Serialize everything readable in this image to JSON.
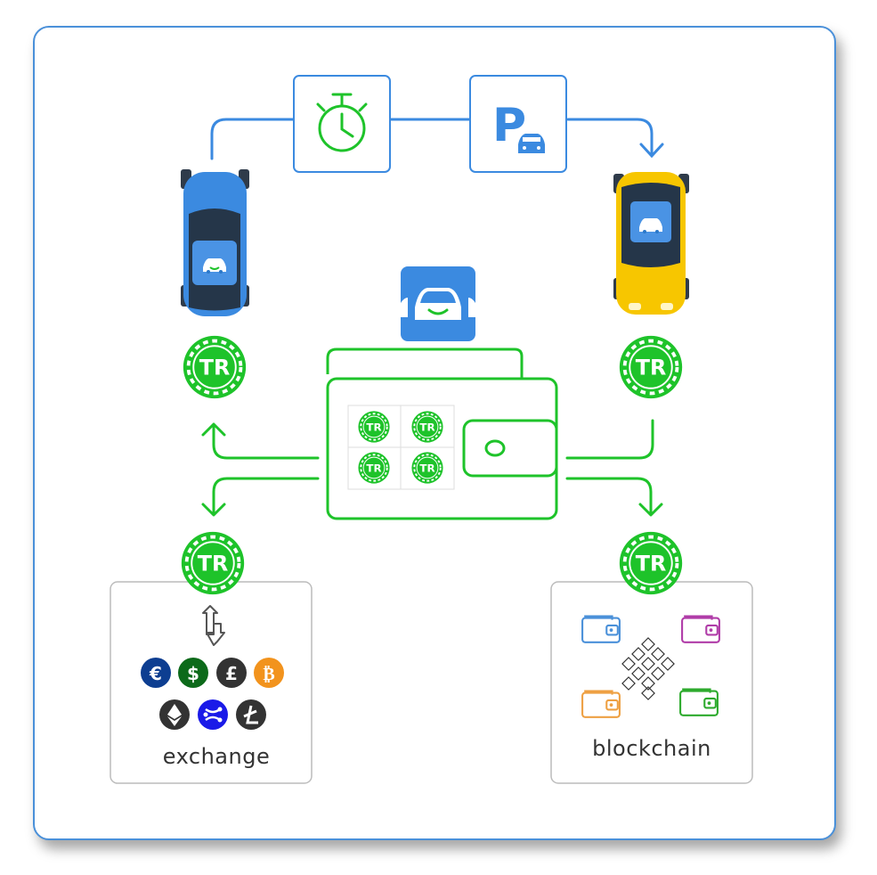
{
  "exchange": {
    "label": "exchange"
  },
  "blockchain": {
    "label": "blockchain"
  },
  "token": {
    "mark": "TR"
  },
  "currencies": [
    "€",
    "$",
    "£",
    "₿"
  ],
  "icons": {
    "timer": "stopwatch-icon",
    "parking": "parking-icon",
    "app": "car-app-icon",
    "wallet": "wallet-icon"
  },
  "colors": {
    "green": "#1ec32a",
    "blue": "#3b8ae0",
    "yellow": "#f7c600",
    "frame": "#4a90d9"
  }
}
